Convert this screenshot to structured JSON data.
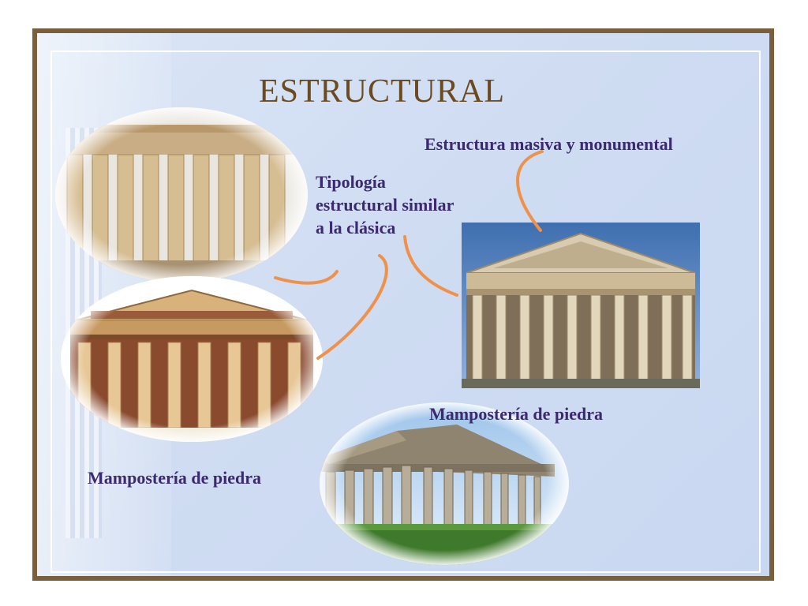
{
  "slide": {
    "title": "ESTRUCTURAL",
    "labels": {
      "top": "Estructura masiva y monumental",
      "middle": [
        "Tipología",
        "estructural similar",
        "a la clásica"
      ],
      "bottom_right": "Mampostería de piedra",
      "bottom_left": "Mampostería de piedra"
    },
    "colors": {
      "title": "#6b4a20",
      "labels": "#3c2a6e",
      "connectors": "#f0914a",
      "frame": "#7a5f3d",
      "background": "#cfdcf2"
    },
    "images": [
      {
        "name": "parthenon-ruin-photo",
        "subject": "ruined ancient temple with Doric columns"
      },
      {
        "name": "parthenon-reconstruction-photo",
        "subject": "reconstructed temple facade with frieze"
      },
      {
        "name": "madeleine-church-photo",
        "subject": "neoclassical temple-front church with Corinthian columns"
      },
      {
        "name": "nashville-parthenon-photo",
        "subject": "full-scale temple replica on lawn"
      }
    ]
  }
}
